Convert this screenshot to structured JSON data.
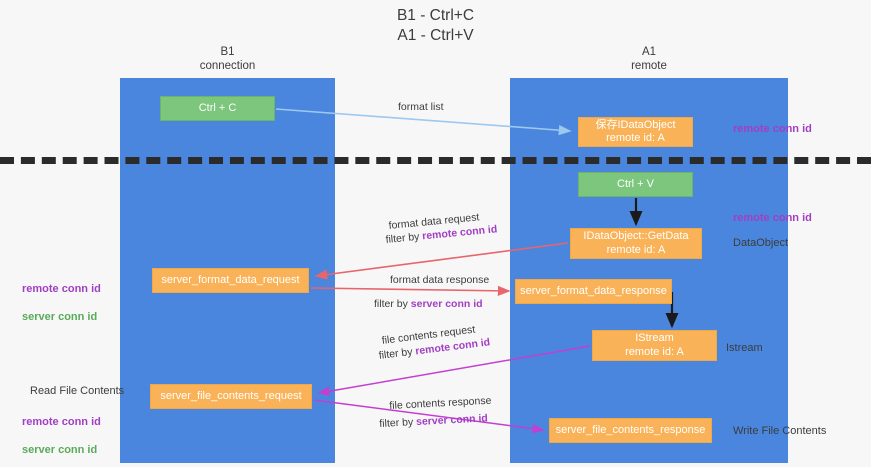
{
  "title": "B1 - Ctrl+C\nA1 - Ctrl+V",
  "lanes": [
    {
      "name": "b1",
      "header": "B1\nconnection"
    },
    {
      "name": "a1",
      "header": "A1\nremote"
    }
  ],
  "colors": {
    "lane": "#4a86dd",
    "box_orange": "#f9b257",
    "box_green": "#7dc67d",
    "accent_purple": "#a23ec4",
    "accent_green": "#5aaa5a",
    "arrow_blue": "#9dc8ef",
    "arrow_red": "#e8656c",
    "arrow_magenta": "#c33fd0",
    "arrow_black": "#1a1a1a",
    "divider": "#2b2b2b",
    "background": "#f7f7f7"
  },
  "boxes": {
    "ctrl_c": "Ctrl + C",
    "ctrl_v": "Ctrl + V",
    "idataobject": "保存IDataObject\nremote id: A",
    "getdata": "IDataObject::GetData\nremote id: A",
    "server_format_data_request": "server_format_data_request",
    "server_format_data_response": "server_format_data_response",
    "istream": "IStream\nremote id: A",
    "server_file_contents_request": "server_file_contents_request",
    "server_file_contents_response": "server_file_contents_response"
  },
  "right_labels": {
    "remote_conn_id_top": "remote conn id",
    "remote_conn_id_mid": "remote conn id",
    "dataobject": "DataObject",
    "istream": "Istream",
    "write_file_contents": "Write File Contents"
  },
  "left_labels": {
    "remote_conn_id": "remote conn id",
    "server_conn_id": "server conn id",
    "read_file_contents": "Read File Contents",
    "remote_conn_id_2": "remote conn id",
    "server_conn_id_2": "server conn id"
  },
  "arrow_captions": {
    "format_list": "format list",
    "format_data_request": "format data request",
    "format_data_request_filter_prefix": "filter by ",
    "format_data_request_filter_value": "remote conn id",
    "format_data_response": "format data response",
    "format_data_response_filter_prefix": "filter by ",
    "format_data_response_filter_value": "server conn id",
    "file_contents_request": "file contents request",
    "file_contents_request_filter_prefix": "filter by ",
    "file_contents_request_filter_value": "remote conn id",
    "file_contents_response": "file contents response",
    "file_contents_response_filter_prefix": "filter by ",
    "file_contents_response_filter_value": "server conn id"
  }
}
